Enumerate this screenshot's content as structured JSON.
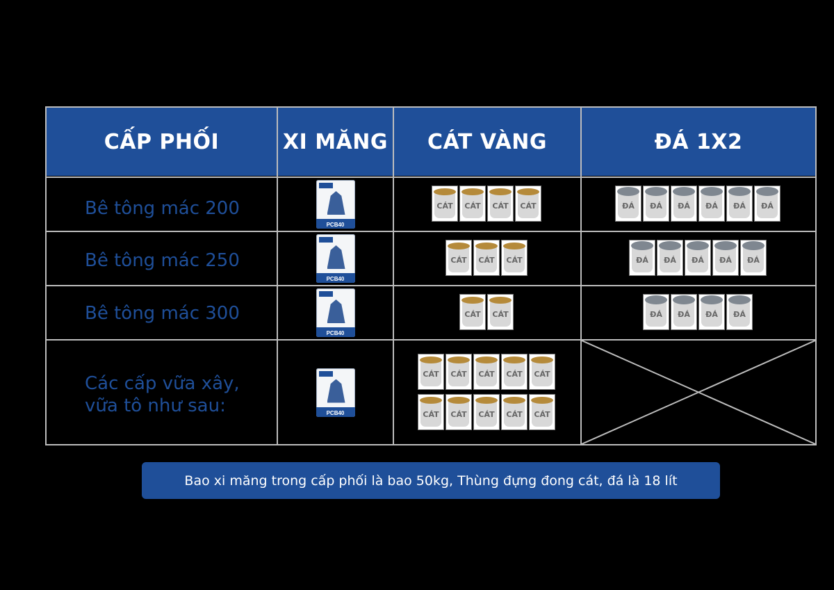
{
  "table": {
    "headers": [
      "CẤP PHỐI",
      "XI MĂNG",
      "CÁT VÀNG",
      "ĐÁ 1X2"
    ],
    "rows": [
      {
        "label": "Bê tông mác 200",
        "cement_bags": 1,
        "sand_buckets": 4,
        "stone_buckets": 6
      },
      {
        "label": "Bê tông mác 250",
        "cement_bags": 1,
        "sand_buckets": 3,
        "stone_buckets": 5
      },
      {
        "label": "Bê tông mác 300",
        "cement_bags": 1,
        "sand_buckets": 2,
        "stone_buckets": 4
      },
      {
        "label": "Các cấp vữa xây, vữa tô như sau:",
        "cement_bags": 1,
        "sand_buckets": 10,
        "stone_buckets": 0
      }
    ],
    "bag_code": "PCB40",
    "sand_label": "CÁT",
    "stone_label": "ĐÁ"
  },
  "note": "Bao xi măng trong cấp phối là bao 50kg, Thùng đựng đong cát, đá là 18 lít",
  "colors": {
    "accent": "#1f4f99",
    "background": "#000000",
    "grid": "#bdbdbd"
  }
}
